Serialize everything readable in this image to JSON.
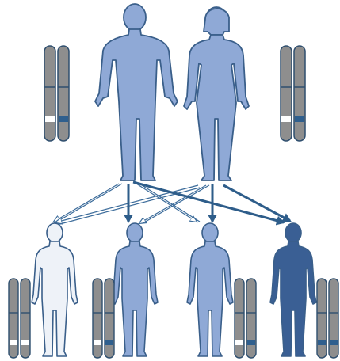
{
  "figure": {
    "description_visible_text": "",
    "colors": {
      "parent_fill": "#8fa9d6",
      "parent_stroke": "#3a5f8a",
      "child_unaffected_fill": "#eef2f8",
      "child_carrier_fill": "#8fa9d6",
      "child_affected_fill": "#3a5f94",
      "chromosome_fill": "#8e8e8e",
      "chromosome_stroke": "#2f4f6f",
      "band_normal": "#ffffff",
      "band_mutant": "#2f5f8e",
      "arrow_thin": "#3b6b9a",
      "arrow_thick": "#2e5d8a"
    },
    "parents": [
      {
        "role": "father",
        "alleles": [
          "normal",
          "mutant"
        ]
      },
      {
        "role": "mother",
        "alleles": [
          "normal",
          "mutant"
        ]
      }
    ],
    "children": [
      {
        "status": "unaffected",
        "alleles": [
          "normal",
          "normal"
        ]
      },
      {
        "status": "carrier",
        "alleles": [
          "normal",
          "mutant"
        ]
      },
      {
        "status": "carrier",
        "alleles": [
          "normal",
          "mutant"
        ]
      },
      {
        "status": "affected",
        "alleles": [
          "mutant",
          "mutant"
        ]
      }
    ]
  }
}
